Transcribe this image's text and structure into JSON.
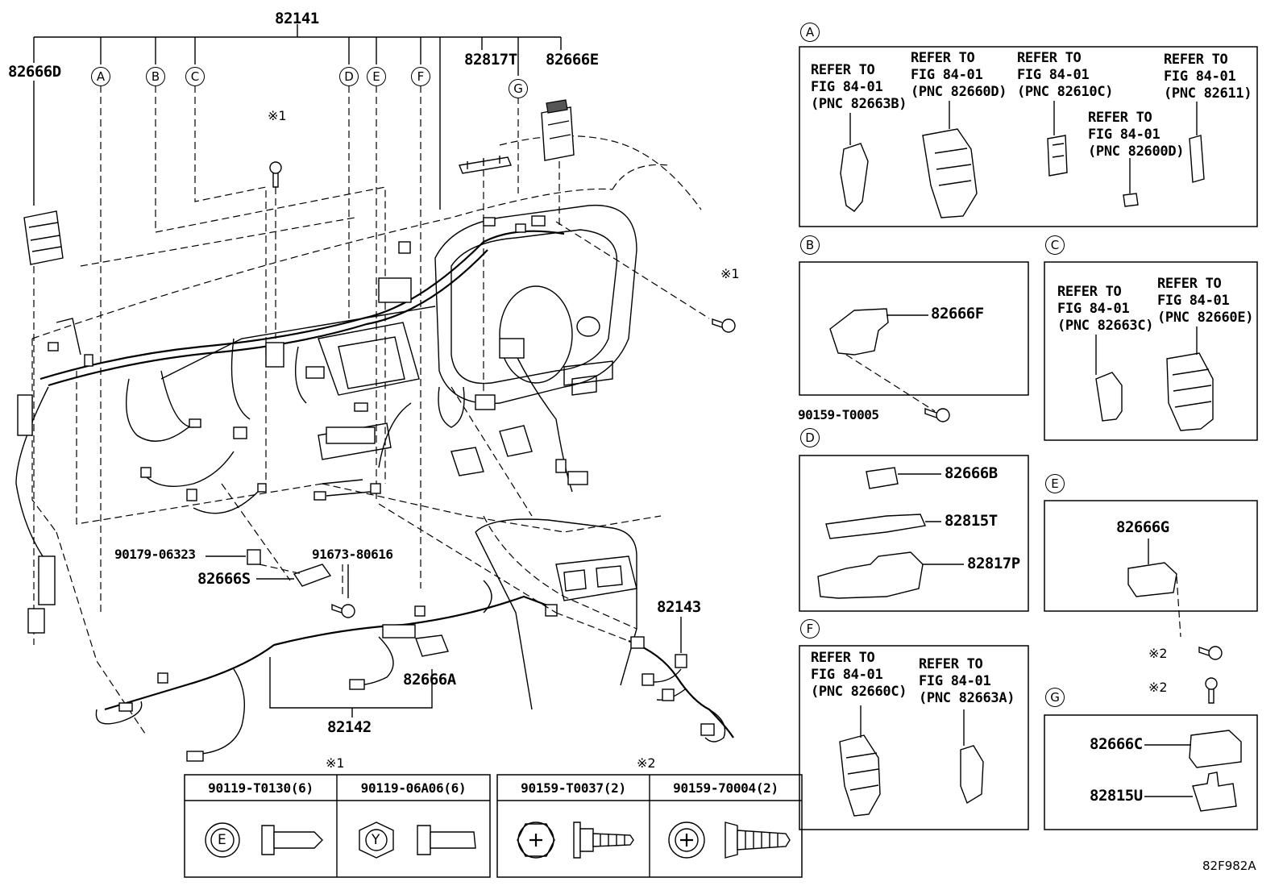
{
  "main": {
    "harness_main": "82141",
    "harness_floor": "82142",
    "harness_console": "82143",
    "parts": {
      "p82666D": "82666D",
      "p82817T": "82817T",
      "p82666E": "82666E",
      "p82666S": "82666S",
      "p82666A": "82666A",
      "bolt_90179": "90179-06323",
      "clip_91673": "91673-80616"
    },
    "callouts": [
      "A",
      "B",
      "C",
      "D",
      "E",
      "F",
      "G"
    ],
    "note_mark_1": "※1",
    "note_mark_2": "※2"
  },
  "panels": {
    "A": {
      "letter": "A",
      "refs": [
        "REFER TO\nFIG 84-01\n(PNC 82663B)",
        "REFER TO\nFIG 84-01\n(PNC 82660D)",
        "REFER TO\nFIG 84-01\n(PNC 82610C)",
        "REFER TO\nFIG 84-01\n(PNC 82600D)",
        "REFER TO\nFIG 84-01\n(PNC 82611)"
      ]
    },
    "B": {
      "letter": "B",
      "part": "82666F",
      "bolt": "90159-T0005"
    },
    "C": {
      "letter": "C",
      "refs": [
        "REFER TO\nFIG 84-01\n(PNC 82663C)",
        "REFER TO\nFIG 84-01\n(PNC 82660E)"
      ]
    },
    "D": {
      "letter": "D",
      "parts": [
        "82666B",
        "82815T",
        "82817P"
      ]
    },
    "E": {
      "letter": "E",
      "part": "82666G"
    },
    "F": {
      "letter": "F",
      "refs": [
        "REFER TO\nFIG 84-01\n(PNC 82660C)",
        "REFER TO\nFIG 84-01\n(PNC 82663A)"
      ]
    },
    "G": {
      "letter": "G",
      "parts": [
        "82666C",
        "82815U"
      ]
    }
  },
  "fasteners": {
    "group1_mark": "※1",
    "group2_mark": "※2",
    "items": [
      {
        "code": "90119-T0130(6)",
        "head_mark": "E"
      },
      {
        "code": "90119-06A06(6)",
        "head_mark": "Y"
      },
      {
        "code": "90159-T0037(2)",
        "head_mark": "+"
      },
      {
        "code": "90159-70004(2)",
        "head_mark": "+"
      }
    ]
  },
  "figure_code": "82F982A"
}
